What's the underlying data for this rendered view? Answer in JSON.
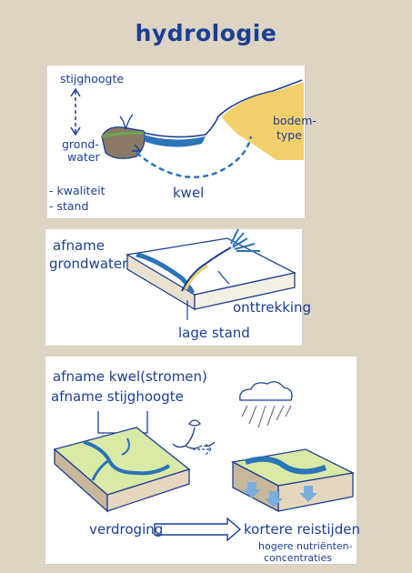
{
  "title": "hydrologie",
  "panel1": {
    "stijghoogte": "stijghoogte",
    "grondwater_l1": "grond-",
    "grondwater_l2": "water",
    "kwaliteit": "- kwaliteit",
    "stand": "- stand",
    "kwel": "kwel",
    "bodemtype_l1": "bodem-",
    "bodemtype_l2": "type"
  },
  "panel2": {
    "afname_l1": "afname",
    "afname_l2": "grondwater",
    "onttrekking": "onttrekking",
    "lage_stand": "lage stand"
  },
  "panel3": {
    "afname_kwel": "afname kwel(stromen)",
    "afname_stijghoogte": "afname stijghoogte",
    "verdroging": "verdroging",
    "kortere_reistijden": "kortere reistijden",
    "hogere_l1": "hogere nutriënten-",
    "hogere_l2": "concentraties"
  },
  "colors": {
    "ink": "#1b3f93",
    "water": "#2a74b8",
    "sand": "#f2cf6a",
    "grass": "#d9e9a6",
    "background": "#ddd4c3"
  }
}
